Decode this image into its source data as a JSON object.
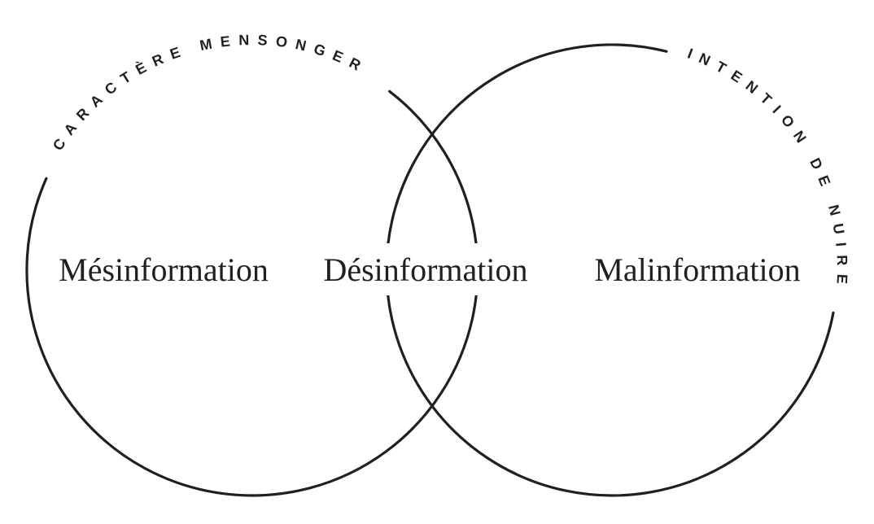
{
  "diagram": {
    "type": "venn-2-circles",
    "background_color": "#ffffff",
    "ink_color": "#231f20",
    "left_circle": {
      "arc_label": "CARACTÈRE MENSONGER",
      "region_label": "Mésinformation"
    },
    "right_circle": {
      "arc_label": "INTENTION DE NUIRE",
      "region_label": "Malinformation"
    },
    "intersection": {
      "region_label": "Désinformation"
    }
  }
}
